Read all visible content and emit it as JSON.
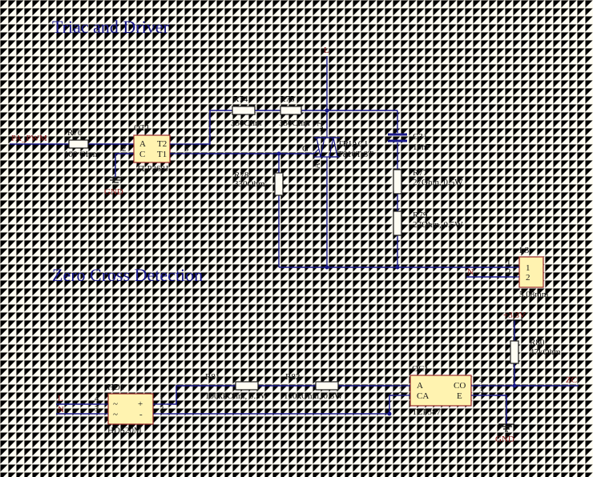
{
  "sections": {
    "triac": "Triac and Driver",
    "zero": "Zero Cross Detection"
  },
  "nets": {
    "pa_pwm": "PA_PWM",
    "L": "L",
    "N": "N",
    "gnd": "GND",
    "v33": "+3.3V",
    "zc": "ZC"
  },
  "parts": {
    "R76": {
      "ref": "R76",
      "value": "100 Ohm"
    },
    "R74": {
      "ref": "R74",
      "value": "330Ohm"
    },
    "R75": {
      "ref": "R75",
      "value": "330Ohm"
    },
    "R78": {
      "ref": "R78",
      "value": "330Ohm"
    },
    "R77": {
      "ref": "R77",
      "value": "27Ohm, 0.5W"
    },
    "R79": {
      "ref": "R79",
      "value": "27Ohm, 0.5W"
    },
    "R80": {
      "ref": "R80",
      "value": "47kOhm"
    },
    "R81": {
      "ref": "R81",
      "value": "100kkOhm, 0.5W"
    },
    "R82": {
      "ref": "R82",
      "value": "100kOhm, 0.5W"
    },
    "C31": {
      "ref": "C31",
      "value": "10nF"
    },
    "OT1": {
      "ref": "OT1",
      "value": "TLP268J",
      "pins": [
        "A",
        "C",
        "T2",
        "T1"
      ],
      "pinnums": [
        "1",
        "2",
        "4",
        "3"
      ]
    },
    "TRIAC1": {
      "ref": "TRIAC1",
      "value": "T810T-8T",
      "g": "G",
      "a1": "A1",
      "a2": "A2"
    },
    "L3": {
      "ref": "L3",
      "value": "5.08mm",
      "pins": [
        "1",
        "2"
      ],
      "pinnums": [
        "1",
        "2"
      ]
    },
    "HD1": {
      "ref": "HD1",
      "value": "HDS20M",
      "pins": [
        "~",
        "~",
        "+",
        "-"
      ],
      "pinnums": [
        "4",
        "3",
        "1",
        "2"
      ]
    },
    "OC1": {
      "ref": "OC1",
      "value": "TLP387",
      "pins": [
        "A",
        "CA",
        "CO",
        "E"
      ],
      "pinnums": [
        "1",
        "2",
        "4",
        "3"
      ]
    }
  }
}
